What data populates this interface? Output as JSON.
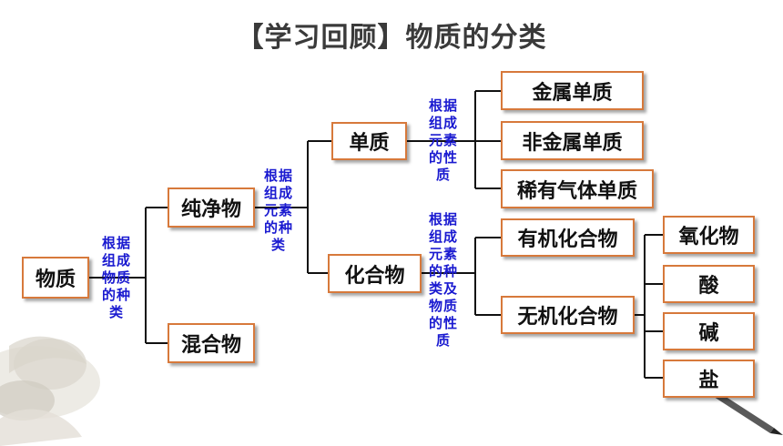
{
  "title": "【学习回顾】物质的分类",
  "nodes": {
    "wuzhi": "物质",
    "chunjingwu": "纯净物",
    "hunhewu": "混合物",
    "danzhi": "单质",
    "huahewu": "化合物",
    "jinshu_danzhi": "金属单质",
    "feijinshu_danzhi": "非金属单质",
    "xiyou_qiti_danzhi": "稀有气体单质",
    "youji_huahewu": "有机化合物",
    "wuji_huahewu": "无机化合物",
    "yanghuawu": "氧化物",
    "suan": "酸",
    "jian": "碱",
    "yan": "盐"
  },
  "notes": {
    "n1": [
      "根据",
      "组成",
      "物质",
      "的种",
      "类"
    ],
    "n2": [
      "根据",
      "组成",
      "元素",
      "的种",
      "类"
    ],
    "n3": [
      "根据",
      "组成",
      "元素",
      "的性",
      "质"
    ],
    "n4": [
      "根据",
      "组成",
      "元素",
      "的种",
      "类及",
      "物质",
      "的性",
      "质"
    ]
  }
}
